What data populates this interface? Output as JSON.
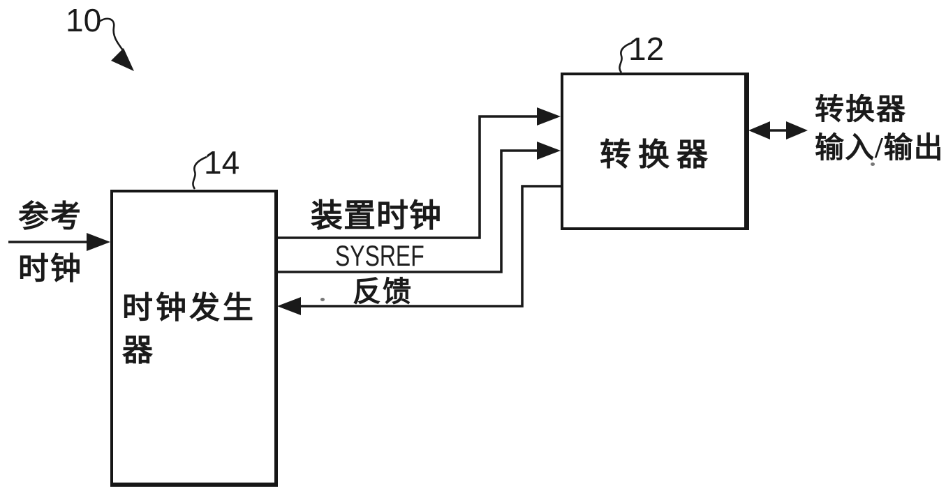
{
  "diagram": {
    "figure_refs": {
      "system": "10",
      "converter": "12",
      "clock_generator": "14"
    },
    "blocks": {
      "clock_generator": {
        "title": "时钟发生器"
      },
      "converter": {
        "title": "转换器"
      }
    },
    "signals": {
      "reference_clock": {
        "line1": "参考",
        "line2": "时钟"
      },
      "device_clock": "装置时钟",
      "sysref": "SYSREF",
      "feedback": "反馈",
      "converter_io": {
        "line1": "转换器",
        "line2": "输入/输出"
      }
    },
    "colors": {
      "ink": "#1a1a1a",
      "background": "#ffffff"
    }
  }
}
